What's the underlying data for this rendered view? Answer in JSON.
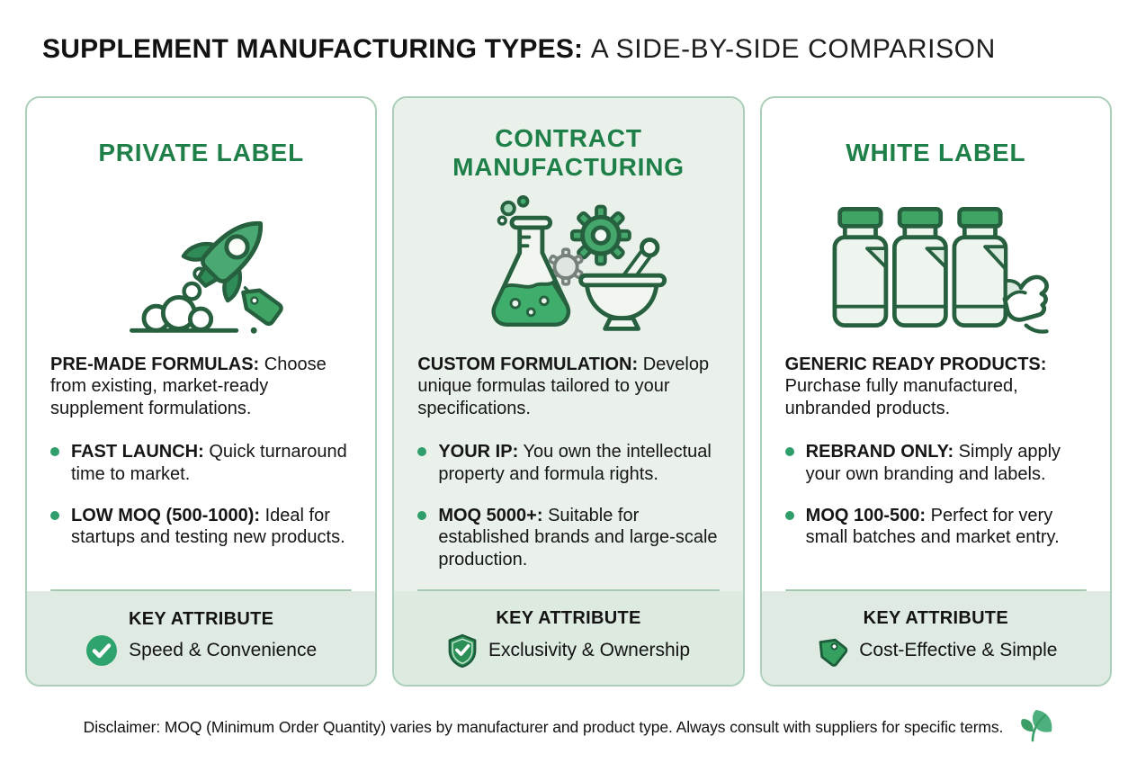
{
  "header": {
    "title_bold": "SUPPLEMENT MANUFACTURING TYPES:",
    "title_rest": "A SIDE-BY-SIDE COMPARISON"
  },
  "cards": [
    {
      "title": "PRIVATE LABEL",
      "icon": "rocket-launch-with-price-tag-icon",
      "intro": {
        "bold": "PRE-MADE FORMULAS:",
        "rest": "Choose from existing, market-ready supplement formulations."
      },
      "bullets": [
        {
          "bold": "FAST LAUNCH:",
          "rest": "Quick turnaround time to market."
        },
        {
          "bold": "LOW MOQ (500-1000):",
          "rest": "Ideal for startups and testing new products."
        }
      ],
      "footer": {
        "label": "KEY ATTRIBUTE",
        "icon": "check-circle-icon",
        "value": "Speed & Convenience"
      }
    },
    {
      "title": "CONTRACT MANUFACTURING",
      "icon": "flask-gear-mortar-pestle-icon",
      "intro": {
        "bold": "CUSTOM FORMULATION:",
        "rest": "Develop unique formulas tailored to your specifications."
      },
      "bullets": [
        {
          "bold": "YOUR IP:",
          "rest": "You own the intellectual property and formula rights."
        },
        {
          "bold": "MOQ 5000+:",
          "rest": "Suitable for established brands and large-scale production."
        }
      ],
      "footer": {
        "label": "KEY ATTRIBUTE",
        "icon": "shield-check-icon",
        "value": "Exclusivity & Ownership"
      }
    },
    {
      "title": "WHITE LABEL",
      "icon": "supplement-bottles-with-hand-icon",
      "intro": {
        "bold": "GENERIC READY PRODUCTS:",
        "rest": "Purchase fully manufactured, unbranded products."
      },
      "bullets": [
        {
          "bold": "REBRAND ONLY:",
          "rest": "Simply apply your own branding and labels."
        },
        {
          "bold": "MOQ 100-500:",
          "rest": "Perfect for very small batches and market entry."
        }
      ],
      "footer": {
        "label": "KEY ATTRIBUTE",
        "icon": "price-tag-icon",
        "value": "Cost-Effective & Simple"
      }
    }
  ],
  "disclaimer": {
    "text": "Disclaimer: MOQ (Minimum Order Quantity) varies by manufacturer and product type. Always consult with suppliers for specific terms.",
    "icon": "leaf-icon"
  },
  "colors": {
    "accent_green": "#1e7f48",
    "icon_outline_green": "#27603f",
    "icon_fill_green": "#44a871",
    "mint_card_background": "#e9f1ea",
    "footer_background": "#dfebe2",
    "card_border": "#abcfb8",
    "bullet_dot": "#2f9e6a",
    "body_text": "#161616"
  }
}
